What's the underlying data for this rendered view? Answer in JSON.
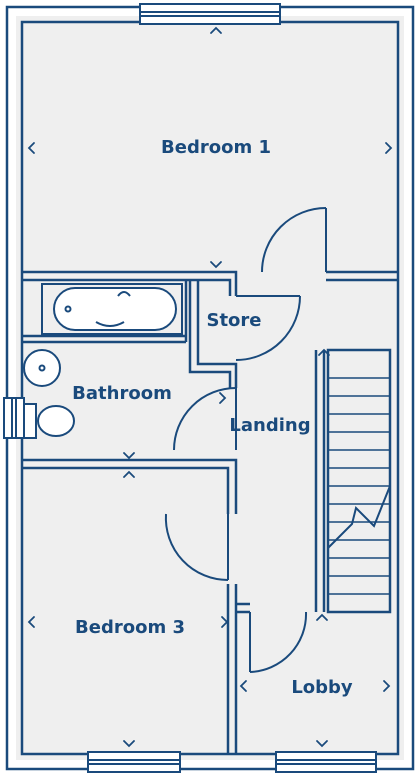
{
  "colors": {
    "wall": "#1a4a7c",
    "floor": "#efefef",
    "background": "#ffffff"
  },
  "rooms": {
    "bedroom1": "Bedroom 1",
    "store": "Store",
    "bathroom": "Bathroom",
    "landing": "Landing",
    "bedroom3": "Bedroom 3",
    "lobby": "Lobby"
  },
  "icons": {
    "dimension_marker": "chevron-icon",
    "stair_direction": "break-line-icon",
    "door_swing": "door-arc-icon"
  }
}
